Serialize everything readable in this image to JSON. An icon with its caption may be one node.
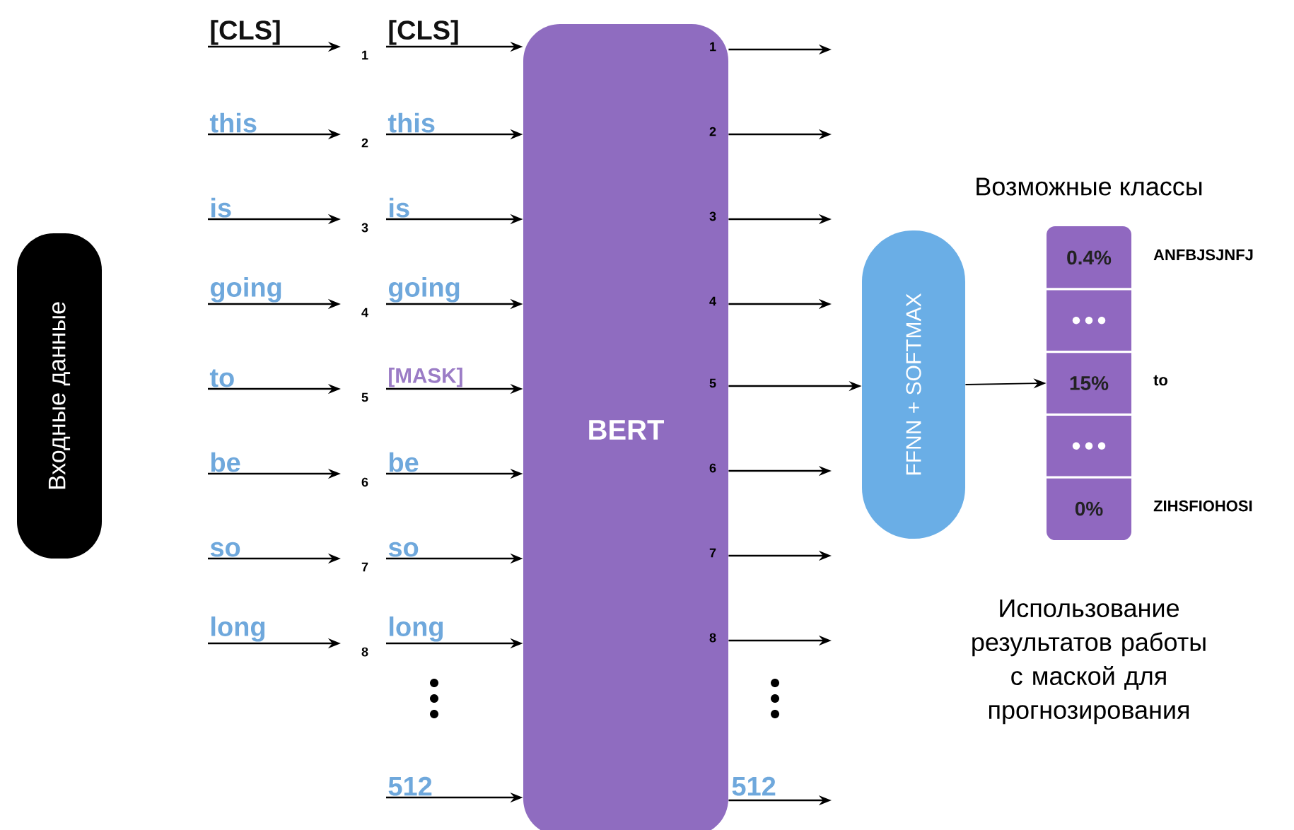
{
  "diagram": {
    "nodes": [
      {
        "text": [
          "Входные данные"
        ]
      },
      {
        "text": [
          "[CLS]"
        ]
      },
      {
        "text": [
          "this"
        ]
      },
      {
        "text": [
          "is"
        ]
      },
      {
        "text": [
          "going"
        ]
      },
      {
        "text": [
          "to"
        ]
      },
      {
        "text": [
          "be"
        ]
      },
      {
        "text": [
          "so"
        ]
      },
      {
        "text": [
          "long"
        ]
      },
      {
        "text": [
          "[CLS]"
        ],
        "beside": [
          "1"
        ]
      },
      {
        "text": [
          "this"
        ],
        "beside": [
          "2"
        ]
      },
      {
        "text": [
          "is"
        ],
        "beside": [
          "3"
        ]
      },
      {
        "text": [
          "going"
        ],
        "beside": [
          "4"
        ]
      },
      {
        "text": [
          "[MASK]"
        ],
        "beside": [
          "5"
        ]
      },
      {
        "text": [
          "be"
        ],
        "beside": [
          "6"
        ]
      },
      {
        "text": [
          "so"
        ],
        "beside": [
          "7"
        ]
      },
      {
        "text": [
          "long"
        ],
        "beside": [
          "8"
        ]
      },
      {
        "text": [
          "512"
        ]
      },
      {
        "text": [
          "BERT"
        ]
      },
      {
        "text": [
          "FFNN + SOFTMAX"
        ]
      },
      {
        "text": [
          "Возможные классы"
        ]
      },
      {
        "text": [
          "0.4%"
        ],
        "beside": [
          "ANFBJSJNFJ"
        ],
        "in": 20
      },
      {
        "text": [],
        "shape": "box",
        "in": 20
      },
      {
        "text": [
          "15%"
        ],
        "beside": [
          "to"
        ],
        "in": 20
      },
      {
        "text": [],
        "shape": "box",
        "in": 20
      },
      {
        "text": [
          "0%"
        ],
        "beside": [
          "ZIHSFIOHOSI"
        ],
        "in": 20
      }
    ],
    "edges": [
      {
        "from": 1,
        "to": 9,
        "arrow": "to"
      },
      {
        "from": 2,
        "to": 10,
        "arrow": "to"
      },
      {
        "from": 3,
        "to": 11,
        "arrow": "to"
      },
      {
        "from": 4,
        "to": 12,
        "arrow": "to"
      },
      {
        "from": 5,
        "to": 13,
        "arrow": "to"
      },
      {
        "from": 6,
        "to": 14,
        "arrow": "to"
      },
      {
        "from": 7,
        "to": 15,
        "arrow": "to"
      },
      {
        "from": 8,
        "to": 16,
        "arrow": "to"
      },
      {
        "from": 9,
        "to": 18,
        "arrow": "to"
      },
      {
        "from": 10,
        "to": 18,
        "arrow": "to"
      },
      {
        "from": 11,
        "to": 18,
        "arrow": "to"
      },
      {
        "from": 12,
        "to": 18,
        "arrow": "to"
      },
      {
        "from": 13,
        "to": 18,
        "arrow": "to"
      },
      {
        "from": 14,
        "to": 18,
        "arrow": "to"
      },
      {
        "from": 15,
        "to": 18,
        "arrow": "to"
      },
      {
        "from": 16,
        "to": 18,
        "arrow": "to"
      },
      {
        "from": 17,
        "to": 18,
        "arrow": "to"
      },
      {
        "from": 18,
        "to": null,
        "arrow": "to",
        "label": "1"
      },
      {
        "from": 18,
        "to": null,
        "arrow": "to",
        "label": "2"
      },
      {
        "from": 18,
        "to": null,
        "arrow": "to",
        "label": "3"
      },
      {
        "from": 18,
        "to": null,
        "arrow": "to",
        "label": "4"
      },
      {
        "from": 18,
        "to": 19,
        "arrow": "to",
        "label": "5"
      },
      {
        "from": 18,
        "to": null,
        "arrow": "to",
        "label": "6"
      },
      {
        "from": 18,
        "to": null,
        "arrow": "to",
        "label": "7"
      },
      {
        "from": 18,
        "to": null,
        "arrow": "to",
        "label": "8"
      },
      {
        "from": 18,
        "to": null,
        "arrow": "to",
        "label": "512"
      },
      {
        "from": 19,
        "to": 23,
        "arrow": "to"
      }
    ],
    "labels": [
      "Использование результатов работы с маской для прогнозирования"
    ]
  }
}
